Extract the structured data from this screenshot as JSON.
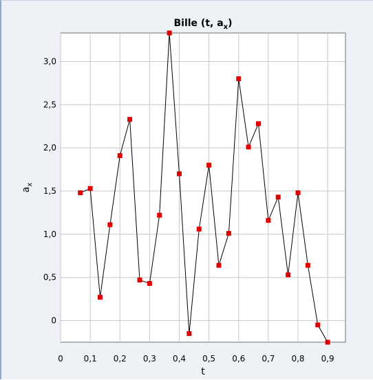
{
  "chart_data": {
    "type": "line",
    "title": "Bille (t, a",
    "title_sub": "x",
    "title_end": ")",
    "xlabel": "t",
    "ylabel": "a",
    "ylabel_sub": "x",
    "xlim": [
      -0.0,
      0.96
    ],
    "ylim": [
      -0.25,
      3.33
    ],
    "x_ticks": [
      0,
      0.1,
      0.2,
      0.3,
      0.4,
      0.5,
      0.6,
      0.7,
      0.8,
      0.9
    ],
    "x_tick_labels": [
      "0",
      "0,1",
      "0,2",
      "0,3",
      "0,4",
      "0,5",
      "0,6",
      "0,7",
      "0,8",
      "0,9"
    ],
    "y_ticks": [
      0,
      0.5,
      1.0,
      1.5,
      2.0,
      2.5,
      3.0
    ],
    "y_tick_labels": [
      "0",
      "0,5",
      "1,0",
      "1,5",
      "2,0",
      "2,5",
      "3,0"
    ],
    "grid": true,
    "line_color": "#000000",
    "marker_color": "#e00000",
    "series": [
      {
        "x": [
          0.0667,
          0.1,
          0.1333,
          0.1667,
          0.2,
          0.2333,
          0.2667,
          0.3,
          0.3333,
          0.3667,
          0.4,
          0.4333,
          0.4667,
          0.5,
          0.5333,
          0.5667,
          0.6,
          0.6333,
          0.6667,
          0.7,
          0.7333,
          0.7667,
          0.8,
          0.8333,
          0.8667,
          0.9
        ],
        "y": [
          1.48,
          1.53,
          0.27,
          1.11,
          1.91,
          2.33,
          0.47,
          0.43,
          1.22,
          3.33,
          1.7,
          -0.15,
          1.06,
          1.8,
          0.64,
          1.01,
          2.8,
          2.01,
          2.28,
          1.16,
          1.43,
          0.53,
          1.48,
          0.64,
          -0.05,
          -0.25
        ]
      }
    ]
  }
}
